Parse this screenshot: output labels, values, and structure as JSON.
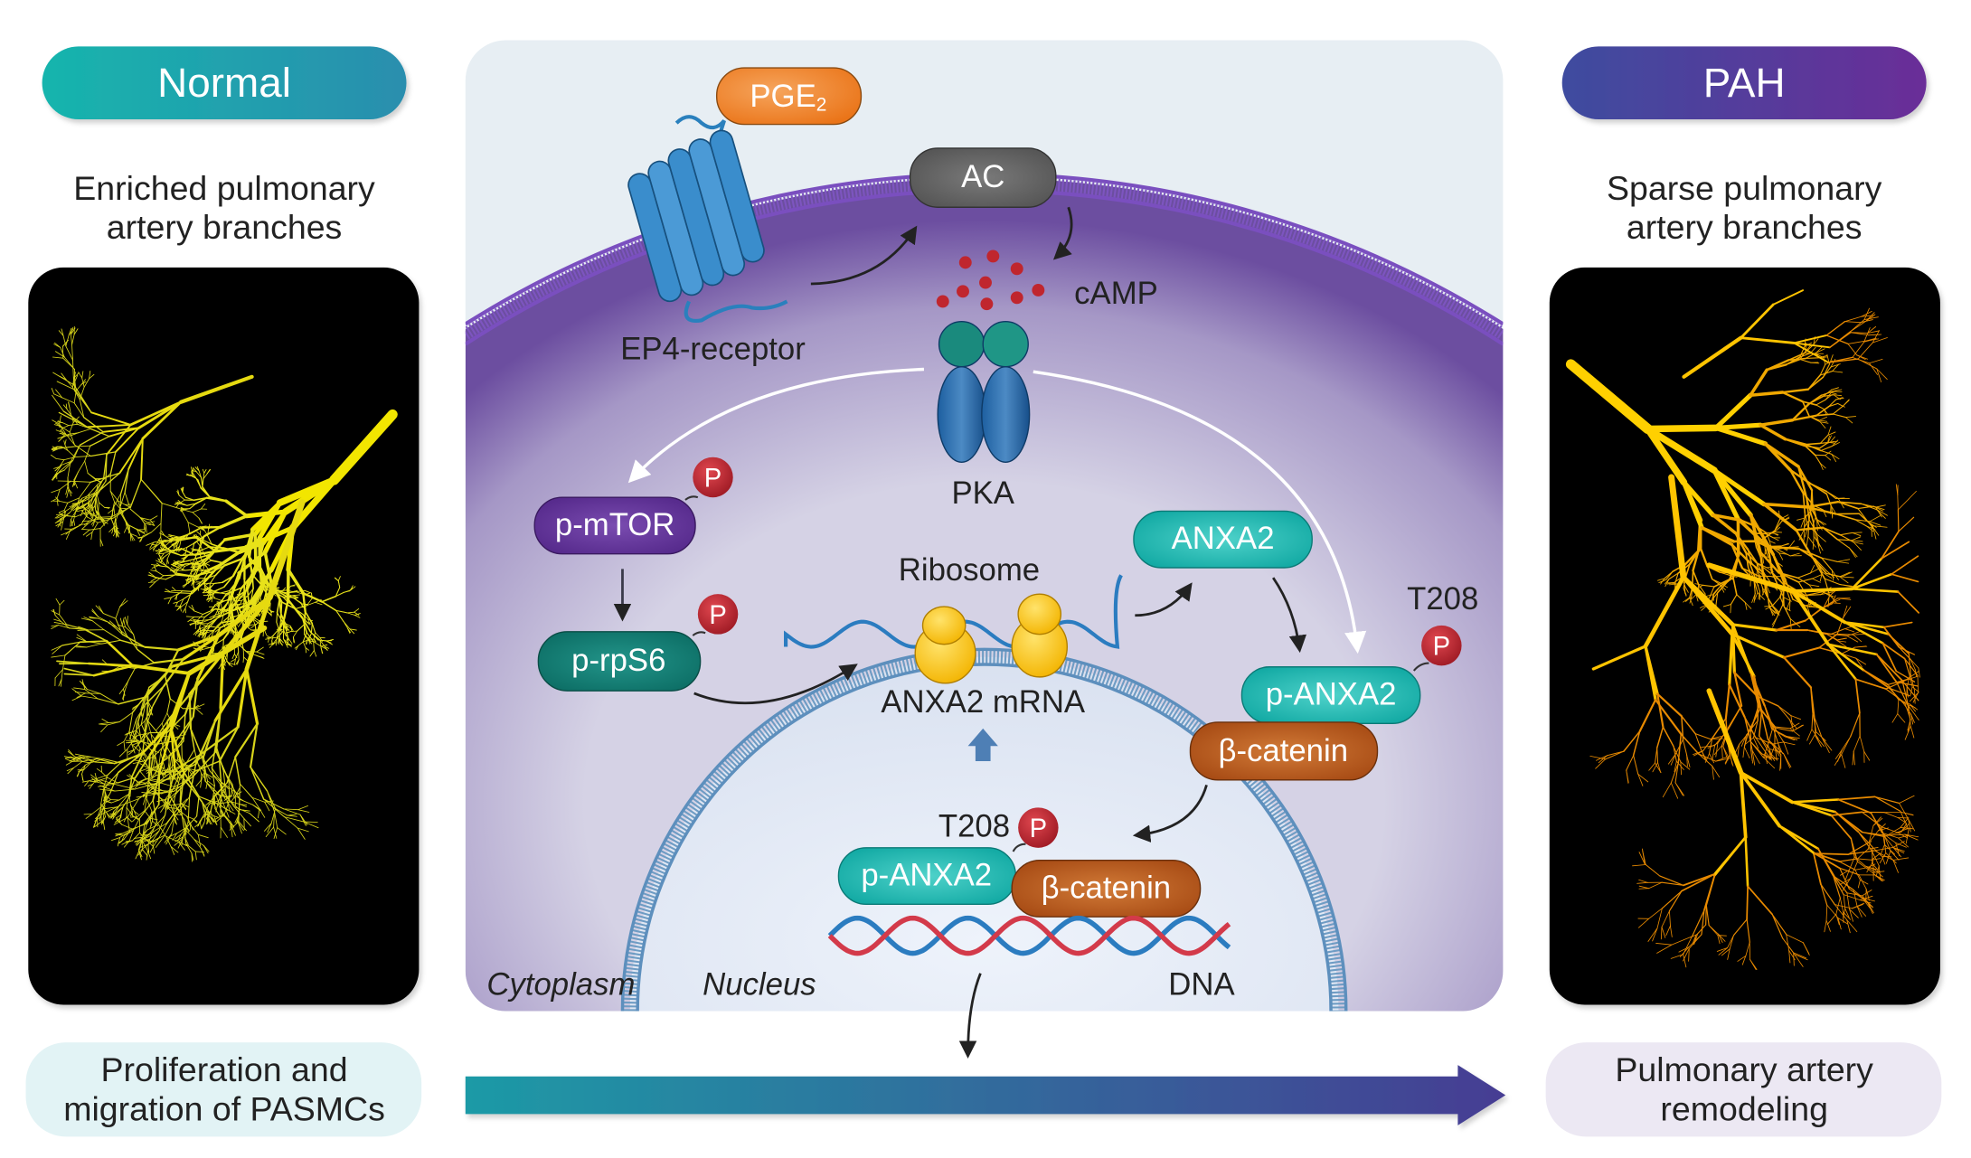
{
  "left": {
    "badge": "Normal",
    "caption_line1": "Enriched pulmonary",
    "caption_line2": "artery branches",
    "outcome_line1": "Proliferation and",
    "outcome_line2": "migration of PASMCs"
  },
  "right": {
    "badge": "PAH",
    "caption_line1": "Sparse pulmonary",
    "caption_line2": "artery branches",
    "outcome_line1": "Pulmonary artery",
    "outcome_line2": "remodeling"
  },
  "pathway": {
    "pge2": "PGE",
    "pge2_sub": "2",
    "ac": "AC",
    "camp": "cAMP",
    "receptor": "EP4-receptor",
    "pka": "PKA",
    "p_mtor": "p-mTOR",
    "p_rps6": "p-rpS6",
    "phospho": "P",
    "ribosome": "Ribosome",
    "mrna": "ANXA2 mRNA",
    "anxa2": "ANXA2",
    "t208": "T208",
    "p_anxa2": "p-ANXA2",
    "beta_catenin": "β-catenin",
    "cytoplasm": "Cytoplasm",
    "nucleus": "Nucleus",
    "dna": "DNA"
  },
  "colors": {
    "normal": "#14b2ae",
    "pah": "#5b3a9c",
    "teal": "#1bb5ae",
    "dark_teal": "#0f7a6e",
    "purple": "#5b2d91",
    "orange": "#ee7d1f",
    "brown": "#b5561a",
    "phospho": "#b5202a"
  }
}
